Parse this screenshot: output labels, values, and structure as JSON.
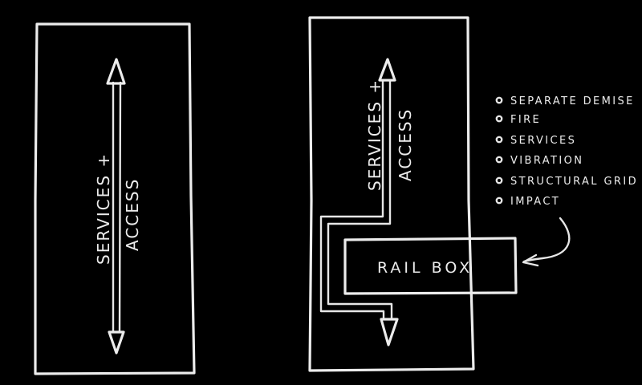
{
  "left_panel": {
    "label_line1": "SERVICES +",
    "label_line2": "ACCESS"
  },
  "right_panel": {
    "label_line1": "SERVICES +",
    "label_line2": "ACCESS",
    "box_label": "RAIL BOX"
  },
  "constraints": {
    "items": [
      "SEPARATE DEMISE",
      "FIRE",
      "SERVICES",
      "VIBRATION",
      "STRUCTURAL GRID",
      "IMPACT"
    ]
  },
  "colors": {
    "background": "#000000",
    "ink": "#ececec"
  }
}
